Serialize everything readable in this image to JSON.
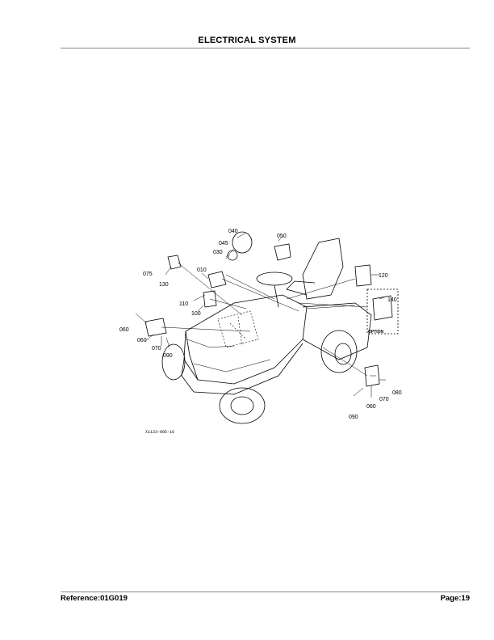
{
  "header": {
    "title": "ELECTRICAL SYSTEM"
  },
  "footer": {
    "reference": "Reference:01G019",
    "page": "Page:19"
  },
  "diagram": {
    "callouts": {
      "c010": "010",
      "c030": "030",
      "c040": "040",
      "c045": "045",
      "c050": "050",
      "c060a": "060",
      "c060b": "060",
      "c060c": "060",
      "c070a": "070",
      "c070b": "070",
      "c075": "075",
      "c080": "080",
      "c090a": "090",
      "c090b": "090",
      "c100": "100",
      "c110": "110",
      "c120": "120",
      "c130": "130",
      "c140": "140"
    },
    "option_label": "OPTION",
    "figure_code": "X1123-005-16"
  }
}
